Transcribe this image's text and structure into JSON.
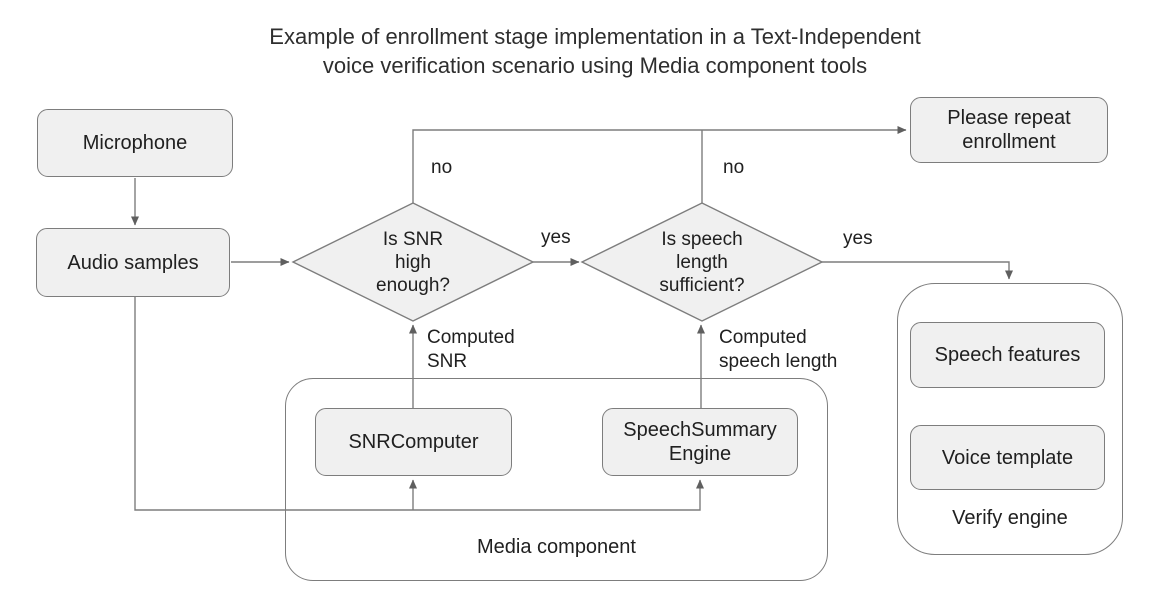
{
  "title": "Example of enrollment stage implementation in a Text-Independent\nvoice verification  scenario using Media component tools",
  "nodes": {
    "microphone": "Microphone",
    "audio_samples": "Audio samples",
    "please_repeat": "Please repeat\nenrollment",
    "snr_computer": "SNRComputer",
    "speech_summary_engine": "SpeechSummary\nEngine",
    "speech_features": "Speech features",
    "voice_template": "Voice template"
  },
  "decisions": {
    "snr": "Is SNR\nhigh\nenough?",
    "speech_length": "Is speech\nlength\nsufficient?"
  },
  "containers": {
    "media_component": "Media component",
    "verify_engine": "Verify engine"
  },
  "edge_labels": {
    "snr_no": "no",
    "speech_no": "no",
    "snr_yes": "yes",
    "speech_yes": "yes",
    "computed_snr": "Computed\nSNR",
    "computed_speech_length": "Computed\nspeech length"
  },
  "colors": {
    "node_fill": "#f0f0f0",
    "stroke": "#7d7d7d",
    "arrowhead": "#5f5f5f",
    "text": "#202020",
    "bg": "#ffffff"
  }
}
